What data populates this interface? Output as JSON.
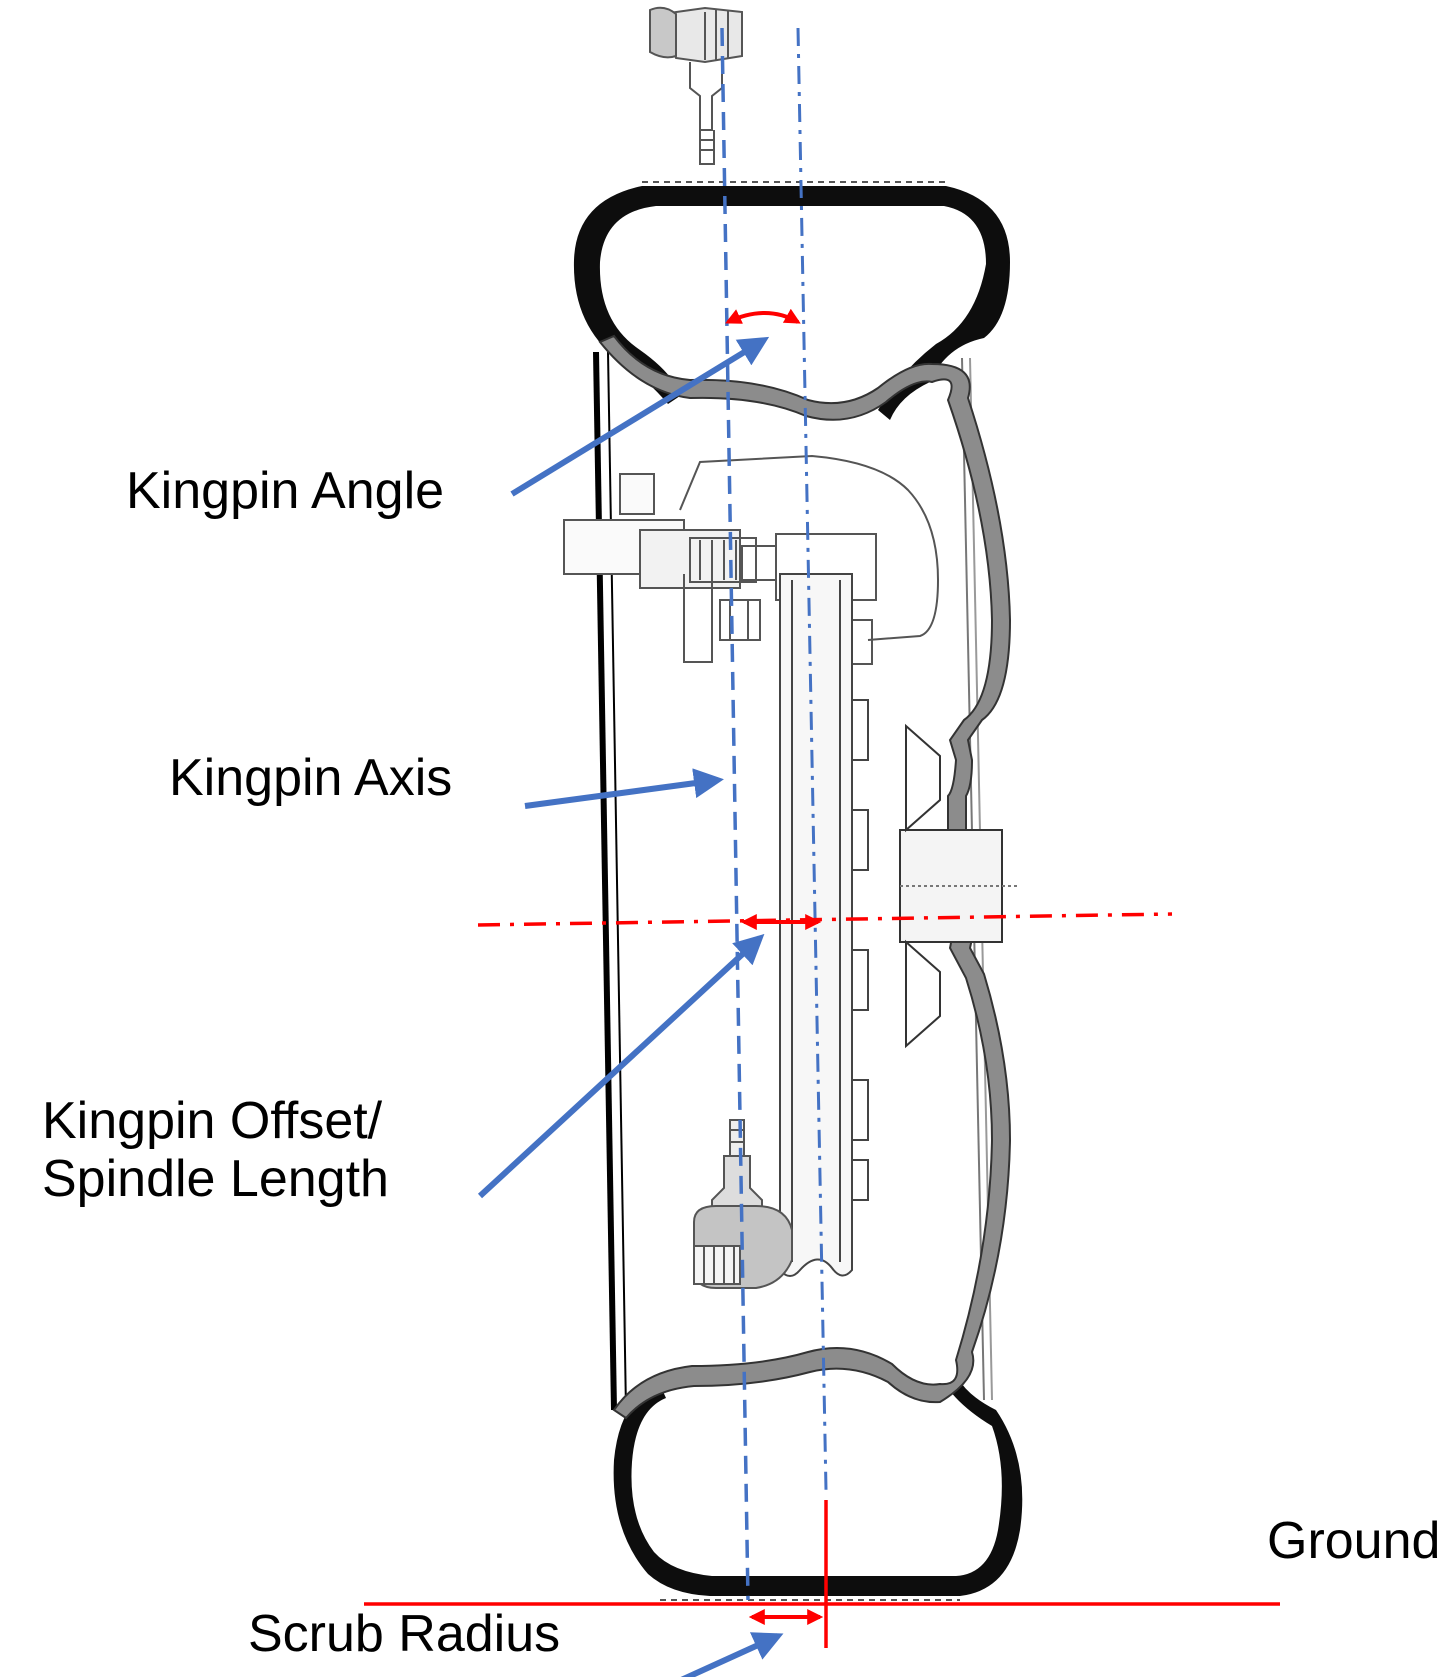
{
  "labels": {
    "kingpin_angle": "Kingpin Angle",
    "kingpin_axis": "Kingpin Axis",
    "kingpin_offset_line1": "Kingpin Offset/",
    "kingpin_offset_line2": "Spindle Length",
    "scrub_radius": "Scrub Radius",
    "ground": "Ground"
  },
  "colors": {
    "kingpin_axis": "#4472c4",
    "measurement": "#ff0000",
    "callout_arrow": "#4472c4",
    "tire": "#000000",
    "rim": "#808080",
    "hardware_outline": "#555555"
  }
}
